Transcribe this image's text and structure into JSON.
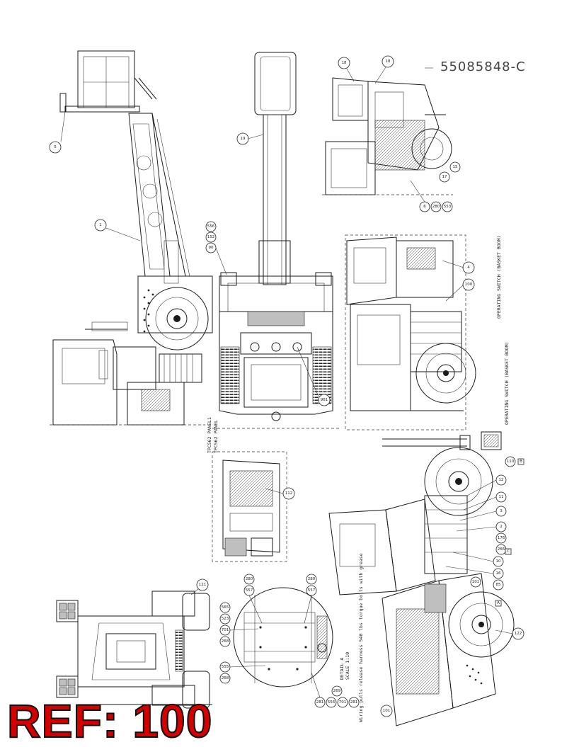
{
  "drawing_number": "55085848-C",
  "ref_label": "REF: 100",
  "callouts": {
    "upper_left": [
      "5",
      "1"
    ],
    "upper_center": [
      "19",
      "90",
      "152",
      "556",
      "981"
    ],
    "upper_right": [
      "18",
      "18",
      "6",
      "280",
      "553",
      "17",
      "15"
    ],
    "right_middle": [
      "4",
      "100"
    ],
    "lower_left_detail": [
      "112"
    ],
    "lower_right": [
      "110",
      "12",
      "11",
      "3",
      "2",
      "176",
      "266",
      "10",
      "16",
      "85",
      "101",
      "122"
    ],
    "lower_right_refs": [
      "A",
      "B",
      "C"
    ],
    "bottom_left": [
      "121"
    ],
    "bottom_center": [
      "280",
      "557",
      "565",
      "523",
      "701",
      "268",
      "555",
      "268",
      "281",
      "556",
      "269",
      "701",
      "281"
    ]
  },
  "panel_labels": [
    "TPC562 PANEL1",
    "TPC562 PANEL"
  ],
  "operating_switch_labels": [
    "OPERATING SWITCH (BASKET BOOM)",
    "OPERATING SWITCH (BASKET BOOM)"
  ],
  "detail_label": "DETAIL A",
  "detail_scale": "SCALE 1:10",
  "torque_note": "Wiring pulls release harness 540 lbs torque bolts with grease"
}
